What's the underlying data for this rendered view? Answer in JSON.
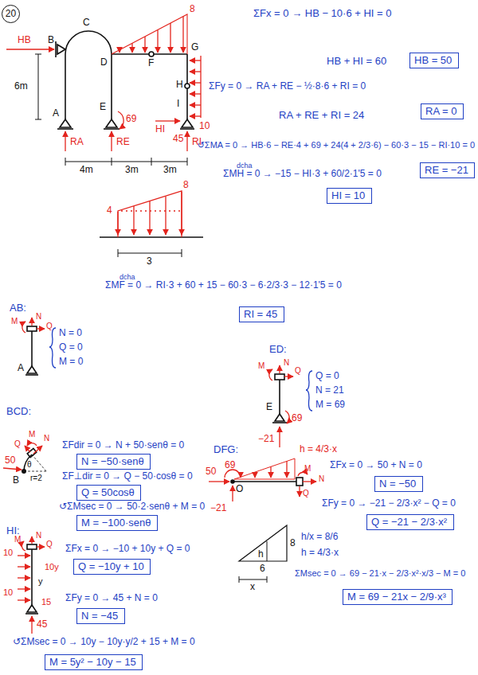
{
  "diagram": {
    "nodes": [
      {
        "text": [
          "20"
        ]
      },
      {
        "text": [
          "HB = 50"
        ]
      },
      {
        "text": [
          "RA = 0"
        ]
      },
      {
        "text": [
          "RE = −21"
        ]
      },
      {
        "text": [
          "HI = 10"
        ]
      },
      {
        "text": [
          "RI = 45"
        ]
      },
      {
        "text": [
          "N = −50·senθ"
        ]
      },
      {
        "text": [
          "Q = 50cosθ"
        ]
      },
      {
        "text": [
          "M = −100·senθ"
        ]
      },
      {
        "text": [
          "N = −50"
        ]
      },
      {
        "text": [
          "Q = −21 − 2/3·x²"
        ]
      },
      {
        "text": [
          "M = 69 − 21x − 2/9·x³"
        ]
      },
      {
        "text": [
          "Q = −10y + 10"
        ]
      },
      {
        "text": [
          "N = −45"
        ]
      },
      {
        "text": [
          "M = 5y² − 10y − 15"
        ]
      }
    ],
    "labels": [
      "HB",
      "B",
      "C",
      "8",
      "D",
      "G",
      "F",
      "H",
      "6m",
      "A",
      "E",
      "I",
      "69",
      "HI",
      "10",
      "45",
      "RA",
      "RE",
      "RI",
      "4m",
      "3m",
      "3m",
      "4",
      "8",
      "3",
      "ΣFx = 0 → HB − 10·6 + HI = 0",
      "HB + HI = 60",
      "ΣFy = 0 → RA + RE − ½·8·6 + RI = 0",
      "RA + RE + RI = 24",
      "↺ΣMA = 0 → HB·6 − RE·4 + 69 + 24(4 + 2/3·6) − 60·3 − 15 − RI·10 = 0",
      "dcha",
      "ΣMH = 0 → −15 − HI·3 + 60/2·1'5 = 0",
      "dcha",
      "ΣMF = 0 → RI·3 + 60 + 15 − 60·3 − 6·2/3·3 − 12·1'5 = 0",
      "AB:",
      "M",
      "N",
      "Q",
      "N = 0",
      "Q = 0",
      "M = 0",
      "A",
      "ED:",
      "M",
      "N",
      "Q",
      "Q = 0",
      "N = 21",
      "M = 69",
      "E",
      "69",
      "−21",
      "BCD:",
      "M",
      "N",
      "Q",
      "50",
      "θ",
      "r=2",
      "B",
      "ΣFdir = 0 → N + 50·senθ = 0",
      "ΣF⊥dir = 0 → Q − 50·cosθ = 0",
      "↺ΣMsec = 0 → 50·2·senθ + M = 0",
      "DFG:",
      "69",
      "50",
      "O",
      "−21",
      "h = 4/3·x",
      "M",
      "N",
      "Q",
      "ΣFx = 0 → 50 + N = 0",
      "ΣFy = 0 → −21 − 2/3·x² − Q = 0",
      "8",
      "h",
      "6",
      "x",
      "h/x = 8/6",
      "h = 4/3·x",
      "ΣMsec = 0 → 69 − 21·x − 2/3·x²·x/3 − M = 0",
      "HI:",
      "M",
      "N",
      "Q",
      "10",
      "10y",
      "y",
      "10",
      "15",
      "45",
      "ΣFx = 0 → −10 + 10y + Q = 0",
      "ΣFy = 0 → 45 + N = 0",
      "↺ΣMsec = 0 → 10y − 10y·y/2 + 15 + M = 0"
    ]
  }
}
